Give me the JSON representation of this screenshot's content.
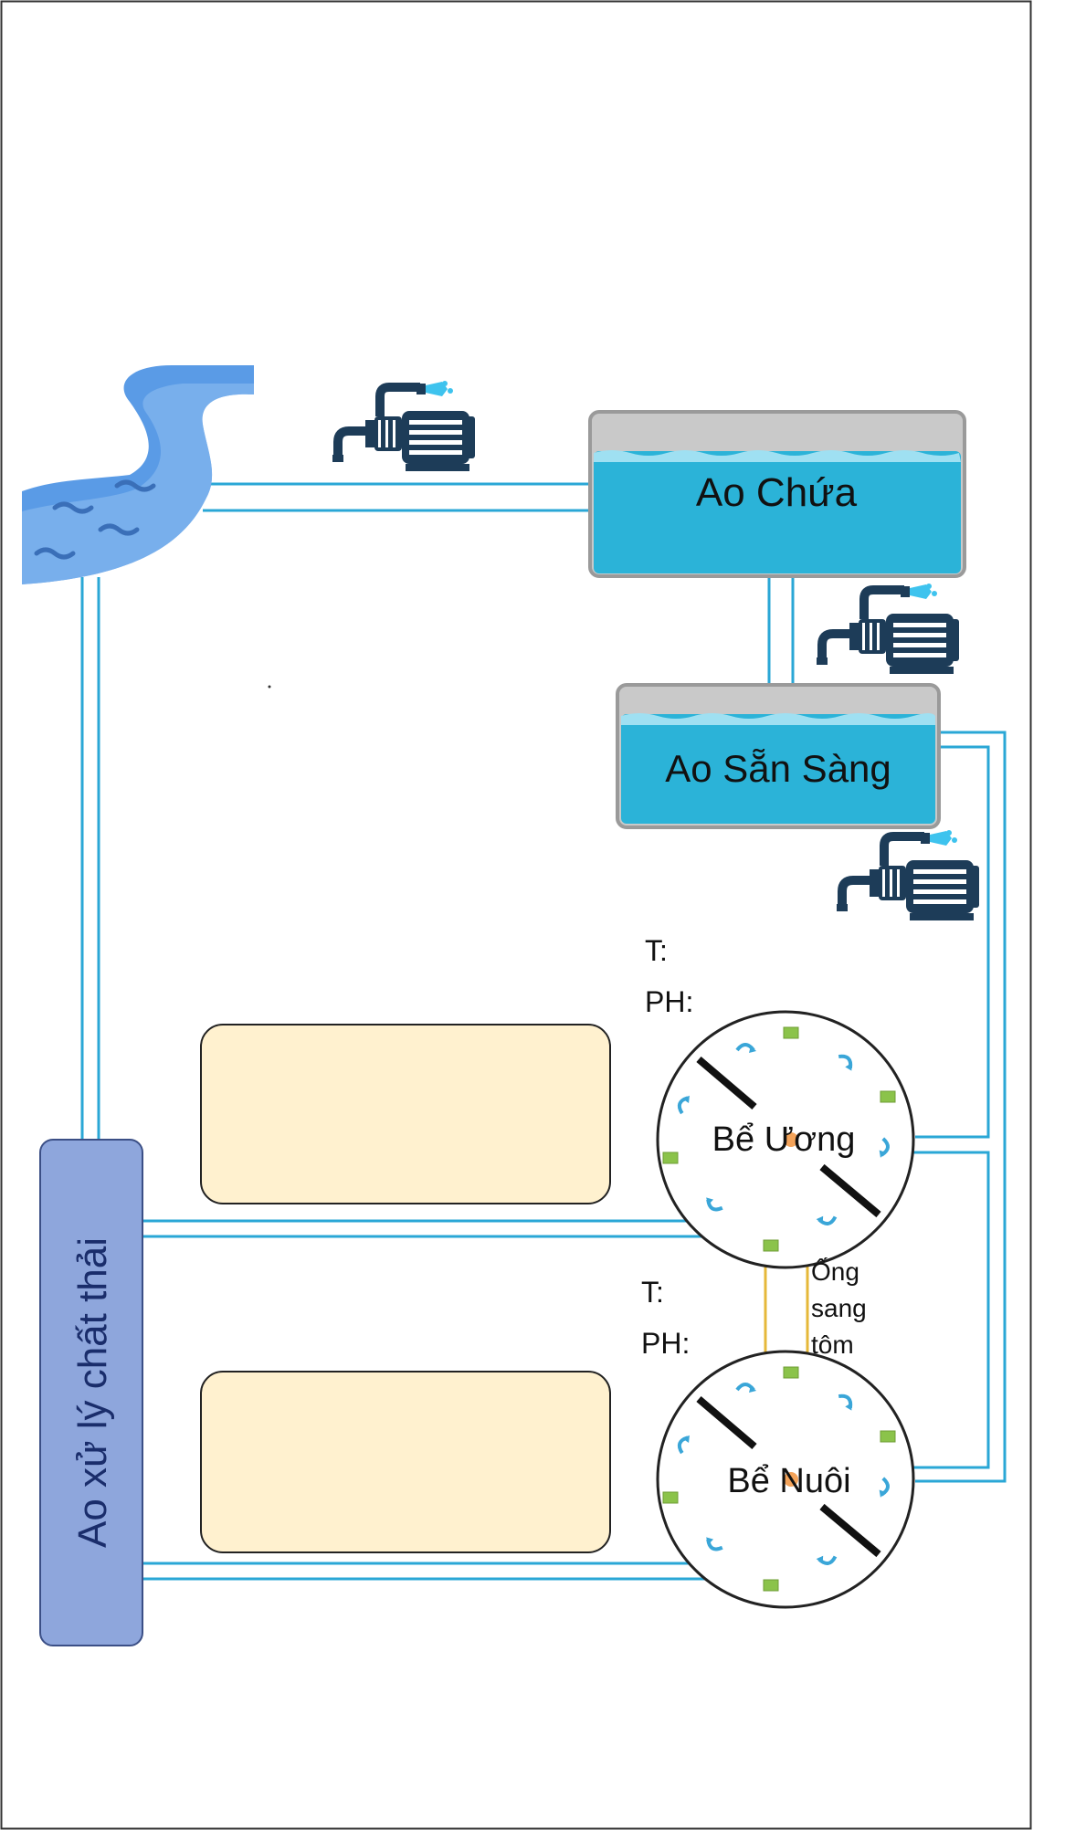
{
  "ponds": {
    "reservoir_label": "Ao Chứa",
    "ready_label": "Ao Sẵn Sàng"
  },
  "tanks": {
    "nursery": {
      "label": "Bể Ương",
      "t_label": "T:",
      "ph_label": "PH:"
    },
    "growout": {
      "label": "Bể Nuôi",
      "t_label": "T:",
      "ph_label": "PH:"
    }
  },
  "transfer_pipe": {
    "line1": "Ống",
    "line2": "sang",
    "line3": "tôm"
  },
  "waste_pond_label": "Ao xử lý  chất thải",
  "icons": [
    "river-icon",
    "water-pump-icon"
  ],
  "colors": {
    "pipe": "#2aa7d6",
    "transfer_pipe": "#e6b83a",
    "pond_water": "#2bb3d8",
    "pond_rim": "#9a9a9a",
    "waste_pond": "#8ea6dc",
    "info_box": "#fff1cf",
    "river": "#5a9be6"
  }
}
